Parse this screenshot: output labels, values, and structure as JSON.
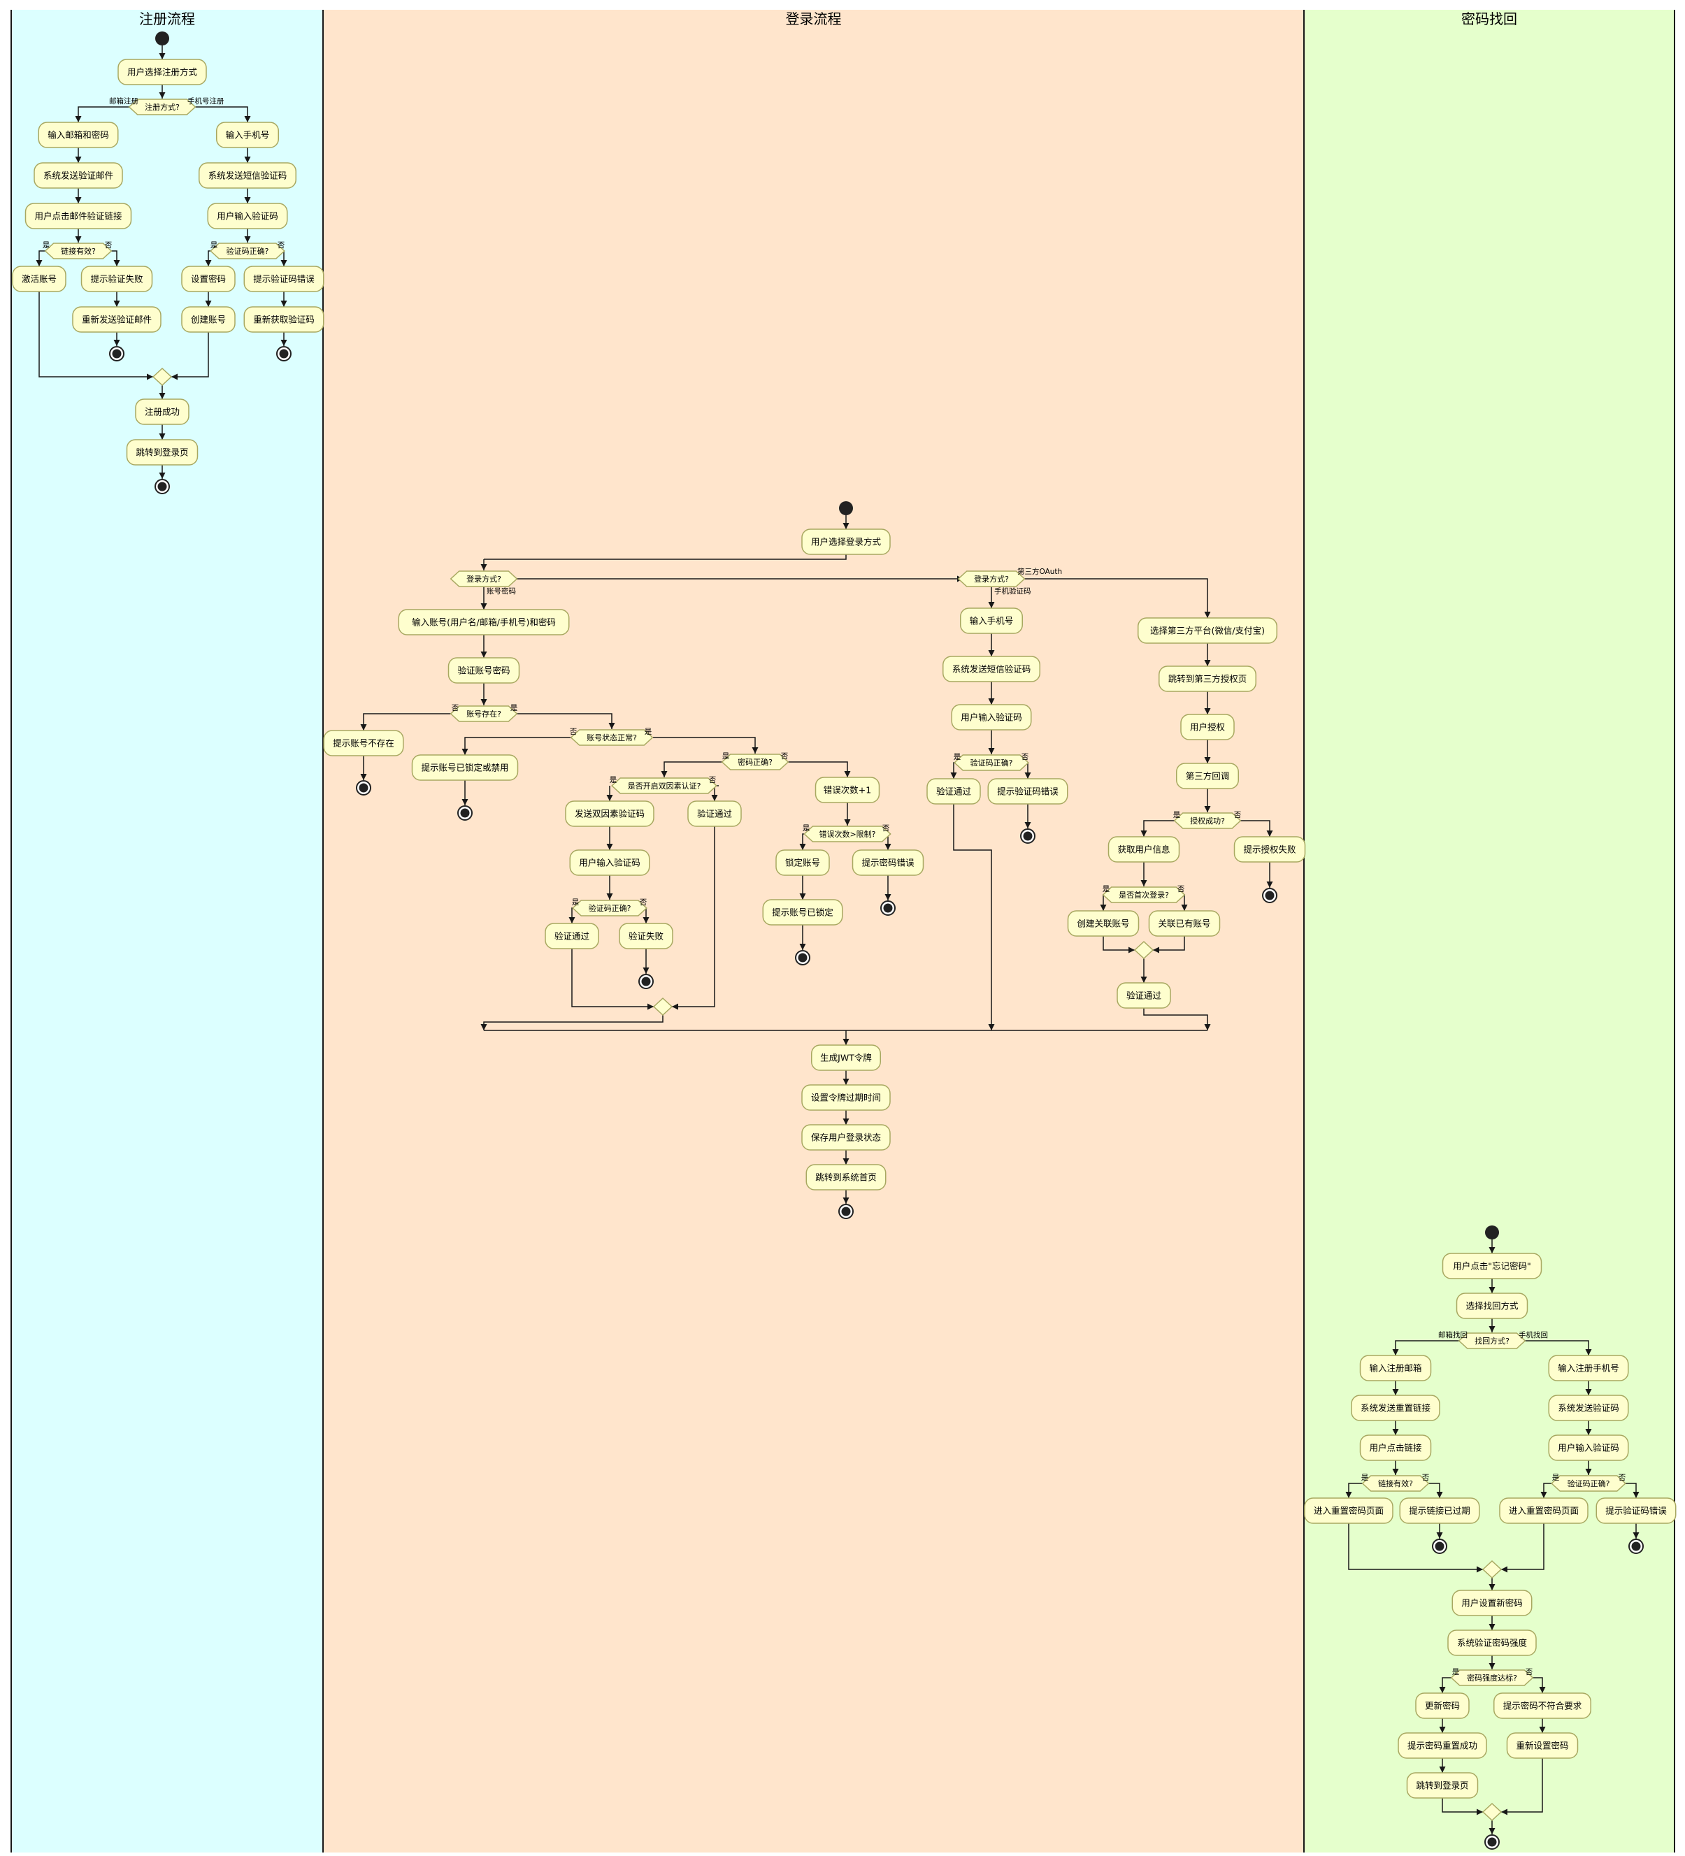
{
  "lanes": [
    {
      "title": "注册流程",
      "color": "#dcffff"
    },
    {
      "title": "登录流程",
      "color": "#ffe5cc"
    },
    {
      "title": "密码找回",
      "color": "#e5ffcc"
    }
  ],
  "nodes": {
    "reg_choose": "用户选择注册方式",
    "reg_email_input": "输入邮箱和密码",
    "reg_email_send": "系统发送验证邮件",
    "reg_email_click": "用户点击邮件验证链接",
    "reg_activate": "激活账号",
    "reg_verify_fail": "提示验证失败",
    "reg_resend": "重新发送验证邮件",
    "reg_phone_input": "输入手机号",
    "reg_sms_send": "系统发送短信验证码",
    "reg_code_input": "用户输入验证码",
    "reg_set_pwd": "设置密码",
    "reg_create": "创建账号",
    "reg_code_err": "提示验证码错误",
    "reg_regain": "重新获取验证码",
    "reg_success": "注册成功",
    "reg_goto_login": "跳转到登录页",
    "login_choose": "用户选择登录方式",
    "login_acc_input": "输入账号(用户名/邮箱/手机号)和密码",
    "login_verify": "验证账号密码",
    "login_not_exist": "提示账号不存在",
    "login_locked": "提示账号已锁定或禁用",
    "login_send2fa": "发送双因素验证码",
    "login_input2fa": "用户输入验证码",
    "login_2fa_pass": "验证通过",
    "login_2fa_fail": "验证失败",
    "login_pass_no2fa": "验证通过",
    "login_err_count": "错误次数+1",
    "login_lock": "锁定账号",
    "login_locked_tip": "提示账号已锁定",
    "login_pwd_err": "提示密码错误",
    "login_phone_input": "输入手机号",
    "login_sms_send": "系统发送短信验证码",
    "login_code_input": "用户输入验证码",
    "login_sms_pass": "验证通过",
    "login_sms_err": "提示验证码错误",
    "login_third_select": "选择第三方平台(微信/支付宝)",
    "login_third_jump": "跳转到第三方授权页",
    "login_user_auth": "用户授权",
    "login_callback": "第三方回调",
    "login_get_info": "获取用户信息",
    "login_auth_fail": "提示授权失败",
    "login_create_link": "创建关联账号",
    "login_link_exist": "关联已有账号",
    "login_oauth_pass": "验证通过",
    "login_jwt": "生成JWT令牌",
    "login_expire": "设置令牌过期时间",
    "login_save": "保存用户登录状态",
    "login_home": "跳转到系统首页",
    "pw_click": "用户点击\"忘记密码\"",
    "pw_select": "选择找回方式",
    "pw_email_input": "输入注册邮箱",
    "pw_send_link": "系统发送重置链接",
    "pw_click_link": "用户点击链接",
    "pw_enter_reset1": "进入重置密码页面",
    "pw_link_expired": "提示链接已过期",
    "pw_phone_input": "输入注册手机号",
    "pw_send_code": "系统发送验证码",
    "pw_input_code": "用户输入验证码",
    "pw_enter_reset2": "进入重置密码页面",
    "pw_code_err": "提示验证码错误",
    "pw_set_new": "用户设置新密码",
    "pw_check_strength": "系统验证密码强度",
    "pw_update": "更新密码",
    "pw_weak": "提示密码不符合要求",
    "pw_reset_ok": "提示密码重置成功",
    "pw_reset_again": "重新设置密码",
    "pw_goto_login": "跳转到登录页"
  },
  "decisions": {
    "reg_way": "注册方式?",
    "reg_link_valid": "链接有效?",
    "reg_code_ok": "验证码正确?",
    "login_way": "登录方式?",
    "login_way2": "登录方式?",
    "login_acc_exist": "账号存在?",
    "login_acc_status": "账号状态正常?",
    "login_pwd_ok": "密码正确?",
    "login_2fa_on": "是否开启双因素认证?",
    "login_2fa_ok": "验证码正确?",
    "login_err_limit": "错误次数>限制?",
    "login_sms_ok": "验证码正确?",
    "login_auth_ok": "授权成功?",
    "login_first": "是否首次登录?",
    "pw_way": "找回方式?",
    "pw_link_valid": "链接有效?",
    "pw_code_ok": "验证码正确?",
    "pw_strength_ok": "密码强度达标?"
  },
  "edge_labels": {
    "email_reg": "邮箱注册",
    "phone_reg": "手机号注册",
    "yes": "是",
    "no": "否",
    "acc_pwd": "账号密码",
    "sms_code": "手机验证码",
    "oauth": "第三方OAuth",
    "email_find": "邮箱找回",
    "phone_find": "手机找回"
  }
}
